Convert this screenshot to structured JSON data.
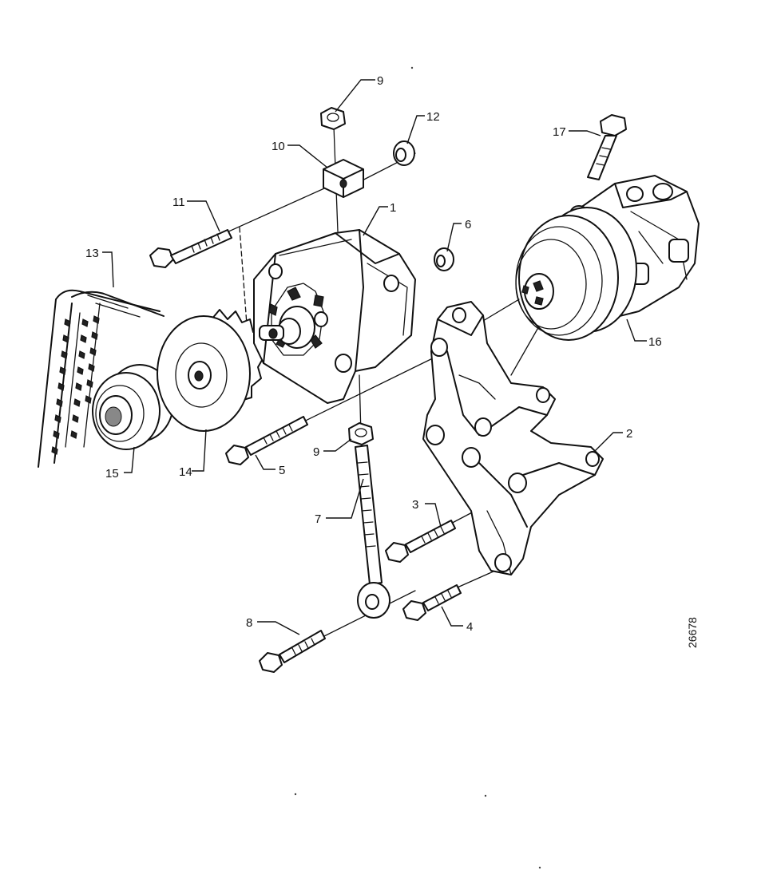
{
  "labels": {
    "p1": "1",
    "p2": "2",
    "p3": "3",
    "p4": "4",
    "p5": "5",
    "p6": "6",
    "p7": "7",
    "p8": "8",
    "p9a": "9",
    "p9b": "9",
    "p10": "10",
    "p11": "11",
    "p12": "12",
    "p13": "13",
    "p14": "14",
    "p15": "15",
    "p16": "16",
    "p17": "17"
  },
  "reference_number": "26678"
}
